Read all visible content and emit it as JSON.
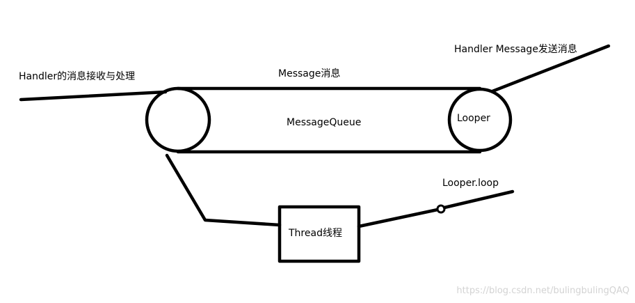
{
  "labels": {
    "handler_receive": "Handler的消息接收与处理",
    "message": "Message消息",
    "handler_send": "Handler Message发送消息",
    "message_queue": "MessageQueue",
    "looper": "Looper",
    "looper_loop": "Looper.loop",
    "thread": "Thread线程"
  },
  "watermark": "https://blog.csdn.net/bulingbulingQAQ",
  "colors": {
    "stroke": "#000000",
    "background": "#ffffff",
    "watermark": "#d3d3d3"
  }
}
